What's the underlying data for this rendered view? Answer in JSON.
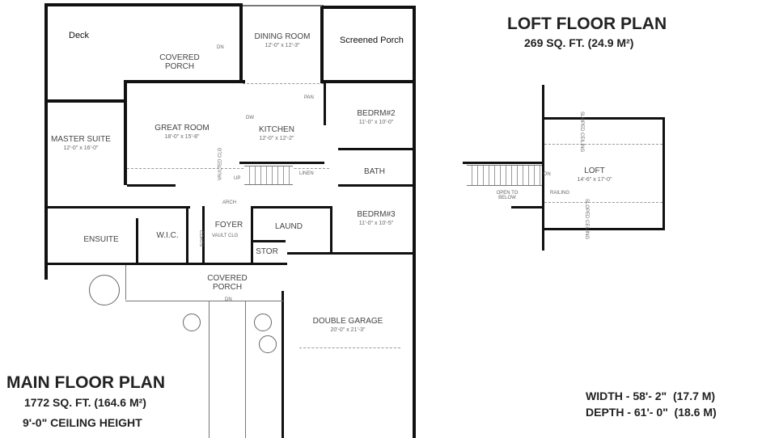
{
  "main_floor_plan": {
    "title": "MAIN FLOOR PLAN",
    "area": "1772 SQ. FT. (164.6 M²)",
    "ceiling": "9'-0\" CEILING HEIGHT",
    "rooms": [
      {
        "name": "Deck",
        "dims": ""
      },
      {
        "name": "DINING ROOM",
        "dims": "12'-0\" x 12'-3\""
      },
      {
        "name": "Screened Porch",
        "dims": ""
      },
      {
        "name": "COVERED PORCH",
        "dims": ""
      },
      {
        "name": "GREAT ROOM",
        "dims": "18'-0\" x 15'-8\""
      },
      {
        "name": "KITCHEN",
        "dims": "12'-0\" x 12'-2\""
      },
      {
        "name": "BEDRM#2",
        "dims": "11'-0\" x 10'-0\""
      },
      {
        "name": "MASTER SUITE",
        "dims": "12'-0\" x 16'-0\""
      },
      {
        "name": "BATH",
        "dims": ""
      },
      {
        "name": "BEDRM#3",
        "dims": "11'-0\" x 10'-5\""
      },
      {
        "name": "ENSUITE",
        "dims": ""
      },
      {
        "name": "W.I.C.",
        "dims": ""
      },
      {
        "name": "FOYER",
        "dims": ""
      },
      {
        "name": "LAUND",
        "dims": ""
      },
      {
        "name": "STOR",
        "dims": ""
      },
      {
        "name": "COVERED PORCH",
        "dims": ""
      },
      {
        "name": "DOUBLE GARAGE",
        "dims": "20'-0\" x 21'-3\""
      }
    ],
    "notes": {
      "dn": "DN",
      "pan": "PAN",
      "dw": "DW",
      "linen": "LINEN",
      "up": "UP",
      "vaulted": "VAULTED CLG",
      "arch": "ARCH",
      "vault_clg": "VAULT CLG",
      "coats": "COATS"
    }
  },
  "loft_floor_plan": {
    "title": "LOFT FLOOR PLAN",
    "area": "269 SQ. FT. (24.9 M²)",
    "room": {
      "name": "LOFT",
      "dims": "14'-6\" x 17'-0\""
    },
    "notes": {
      "dn": "DN",
      "open": "OPEN TO BELOW",
      "railing": "RAILING",
      "sloped": "SLOPED CEILING"
    }
  },
  "dimensions": {
    "width": "WIDTH - 58'- 2\"  (17.7 M)",
    "depth": "DEPTH - 61'- 0\"  (18.6 M)"
  }
}
